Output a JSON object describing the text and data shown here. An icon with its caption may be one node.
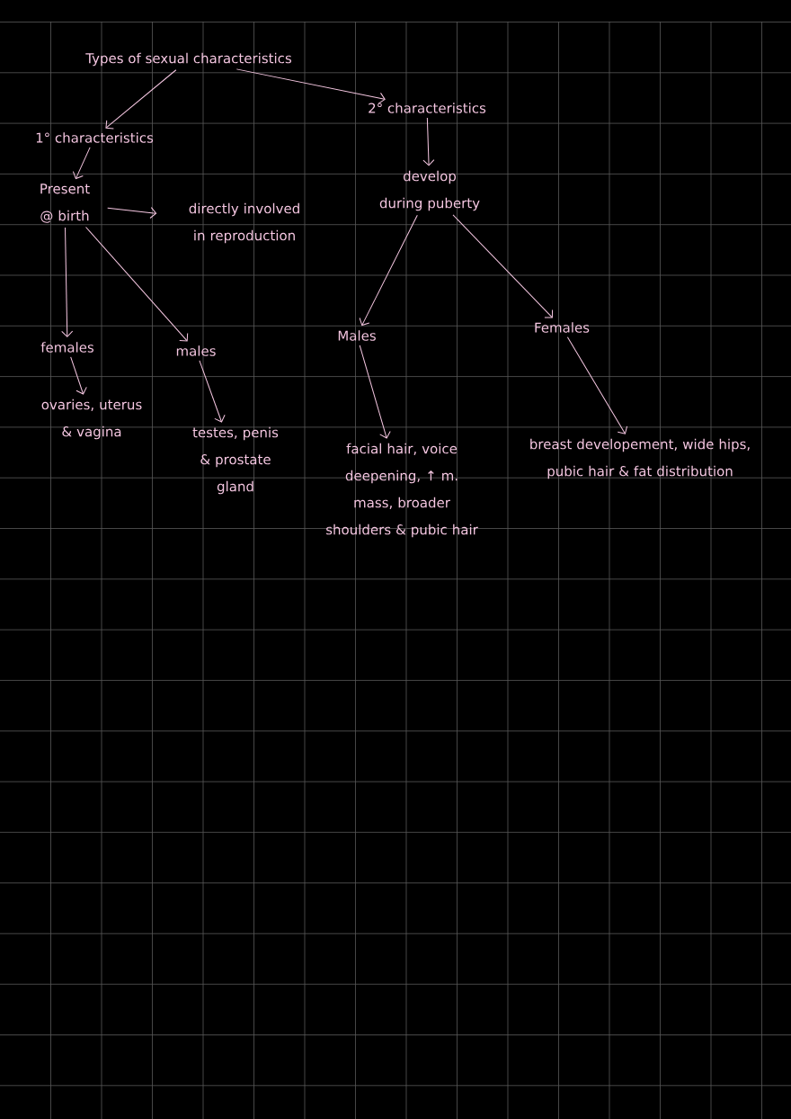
{
  "diagram": {
    "nodes": [
      {
        "text": [
          "Types of sexual characteristics"
        ]
      },
      {
        "text": [
          "1° characteristics"
        ]
      },
      {
        "text": [
          "2° characteristics"
        ]
      },
      {
        "text": [
          "Present @ birth"
        ]
      },
      {
        "text": [
          "directly involved in reproduction"
        ]
      },
      {
        "text": [
          "females"
        ]
      },
      {
        "text": [
          "males"
        ]
      },
      {
        "text": [
          "ovaries, uterus & vagina"
        ]
      },
      {
        "text": [
          "testes, penis & prostate gland"
        ]
      },
      {
        "text": [
          "develop during puberty"
        ]
      },
      {
        "text": [
          "Males"
        ]
      },
      {
        "text": [
          "Females"
        ]
      },
      {
        "text": [
          "facial hair, voice deepening, ↑ m. mass, broader shoulders & pubic hair"
        ]
      },
      {
        "text": [
          "breast developement, wide hips, pubic hair & fat distribution"
        ]
      }
    ],
    "edges": [
      {
        "from": 0,
        "to": 1,
        "arrow": "to"
      },
      {
        "from": 0,
        "to": 2,
        "arrow": "to"
      },
      {
        "from": 1,
        "to": 3,
        "arrow": "to"
      },
      {
        "from": 3,
        "to": 4,
        "arrow": "to"
      },
      {
        "from": 3,
        "to": 5,
        "arrow": "to"
      },
      {
        "from": 3,
        "to": 6,
        "arrow": "to"
      },
      {
        "from": 5,
        "to": 7,
        "arrow": "to"
      },
      {
        "from": 6,
        "to": 8,
        "arrow": "to"
      },
      {
        "from": 2,
        "to": 9,
        "arrow": "to"
      },
      {
        "from": 9,
        "to": 10,
        "arrow": "to"
      },
      {
        "from": 9,
        "to": 11,
        "arrow": "to"
      },
      {
        "from": 10,
        "to": 12,
        "arrow": "to"
      },
      {
        "from": 11,
        "to": 13,
        "arrow": "to"
      }
    ]
  }
}
